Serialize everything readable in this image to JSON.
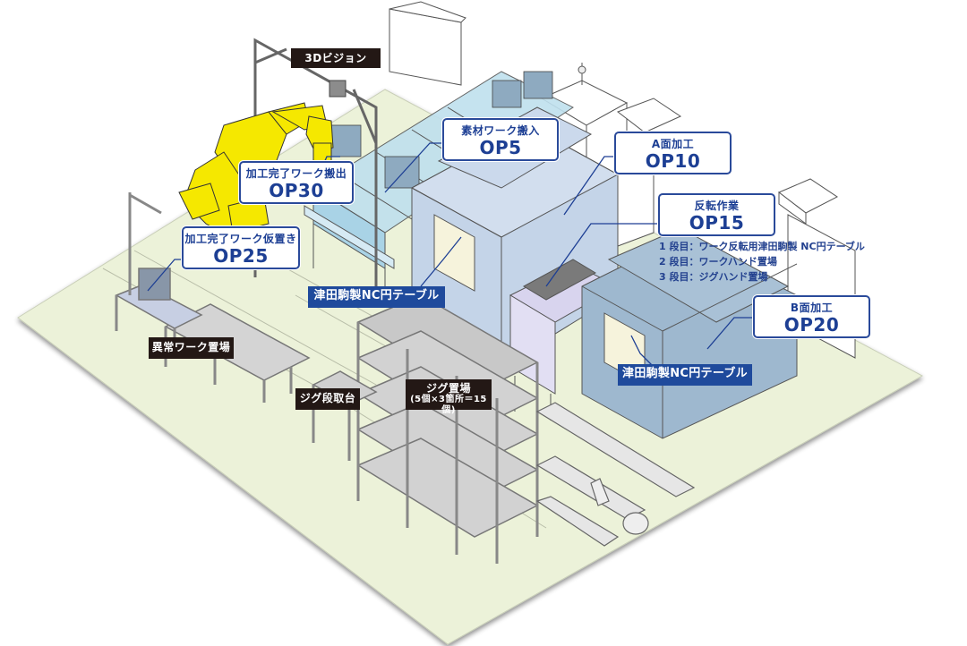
{
  "diagram": {
    "title": "Machining cell layout",
    "colors": {
      "floor": "#ecf2d9",
      "machine_a": "#c4d4e8",
      "machine_b": "#9eb8cf",
      "callout_border": "#2a4a9a",
      "callout_text": "#1d3f94",
      "dark_tag": "#231815",
      "blue_tag": "#1f4a9c",
      "robot": "#f5e800",
      "flip_station": "#d8d4ee",
      "conveyor_glass": "#bfe0ee"
    },
    "callouts": [
      {
        "id": "op30",
        "sub": "加工完了ワーク搬出",
        "op": "OP30"
      },
      {
        "id": "op25",
        "sub": "加工完了ワーク仮置き",
        "op": "OP25"
      },
      {
        "id": "op5",
        "sub": "素材ワーク搬入",
        "op": "OP5"
      },
      {
        "id": "op10",
        "sub": "A面加工",
        "op": "OP10"
      },
      {
        "id": "op15",
        "sub": "反転作業",
        "op": "OP15"
      },
      {
        "id": "op20",
        "sub": "B面加工",
        "op": "OP20"
      }
    ],
    "op15_notes": [
      "1 段目：ワーク反転用津田駒製 NC円テーブル",
      "2 段目：ワークハンド置場",
      "3 段目：ジグハンド置場"
    ],
    "dark_tags": {
      "vision": "3Dビジョン",
      "abnormal": "異常ワーク置場",
      "jig_setup": "ジグ段取台",
      "jig_storage": "ジグ置場",
      "jig_storage_detail": "(5個×3箇所＝15個)"
    },
    "blue_tags": {
      "nc_table_a": "津田駒製NC円テーブル",
      "nc_table_b": "津田駒製NC円テーブル"
    }
  }
}
